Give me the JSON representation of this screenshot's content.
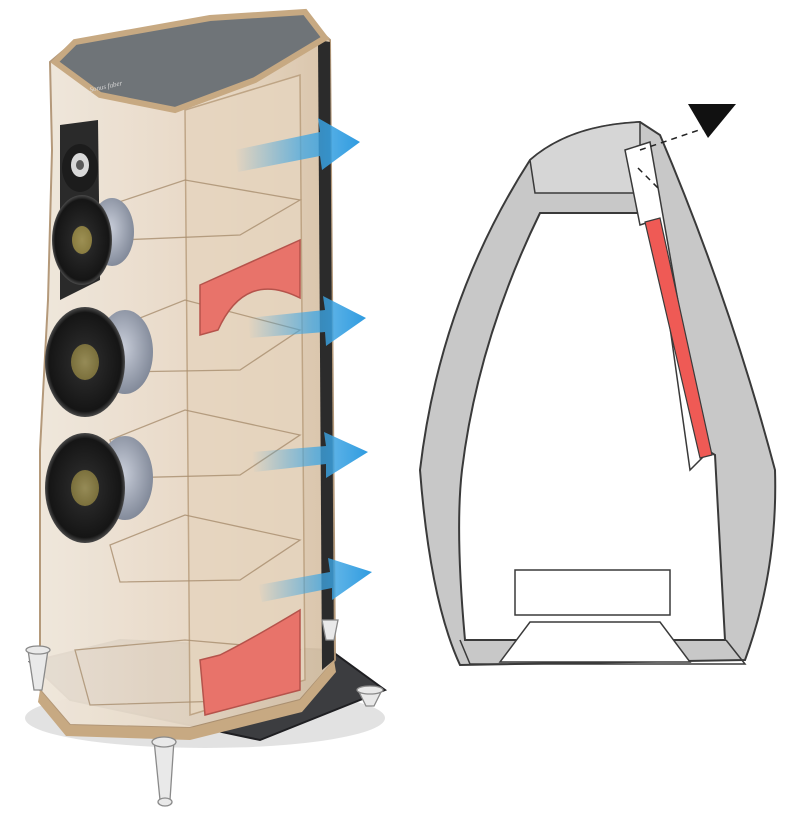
{
  "figure": {
    "left_panel": {
      "view": "cutaway-3d-speaker",
      "brand_mark_text": "Sonus faber",
      "airflow_arrows": 4,
      "damping_panels": 2,
      "drivers": [
        {
          "kind": "tweeter"
        },
        {
          "kind": "midrange"
        },
        {
          "kind": "woofer"
        },
        {
          "kind": "woofer"
        }
      ],
      "colors": {
        "cabinet_wood": "#e9dccb",
        "rim_wood": "#c7a982",
        "top_glass": "#6f7478",
        "arrow": "#3fa6e3",
        "damping": "#e8736a",
        "driver_cone": "#2a2a2a",
        "driver_basket": "#8f97a6",
        "base_plate": "#3c3d40"
      }
    },
    "right_panel": {
      "view": "section-diagram",
      "colors": {
        "wall": "#c8c8c8",
        "outline": "#3a3a3a",
        "damping_strip": "#ef5a55",
        "interior": "#ffffff",
        "pointer": "#111111"
      }
    }
  }
}
